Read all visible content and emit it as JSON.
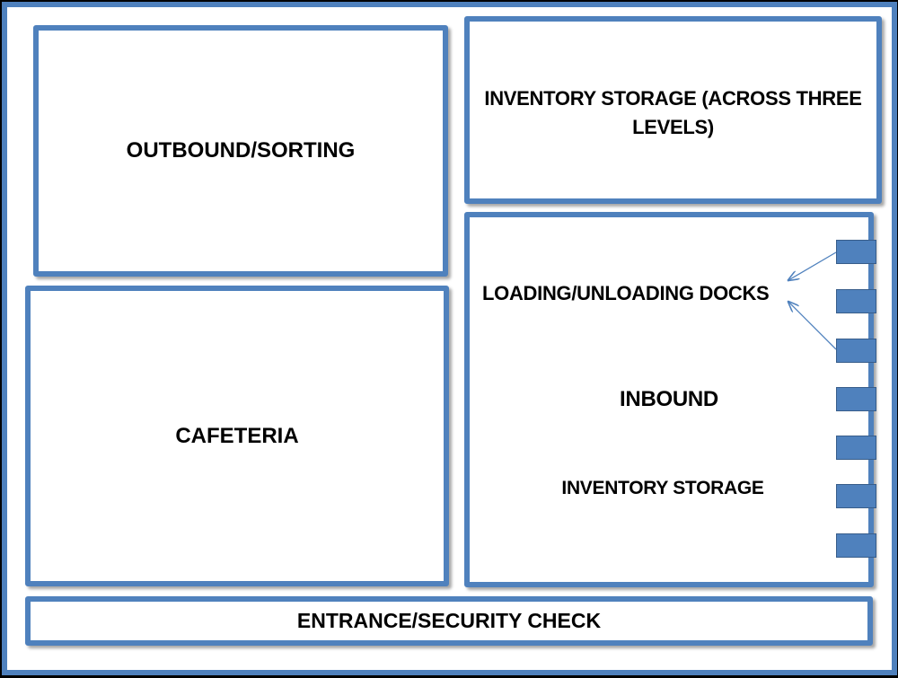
{
  "zones": {
    "outbound": "OUTBOUND/SORTING",
    "inventory_top_line1": "INVENTORY STORAGE (ACROSS THREE",
    "inventory_top_line2": "LEVELS)",
    "cafeteria": "CAFETERIA",
    "docks_label": "LOADING/UNLOADING DOCKS",
    "inbound": "INBOUND",
    "inventory_bottom": "INVENTORY STORAGE",
    "entrance": "ENTRANCE/SECURITY CHECK"
  },
  "dock_count": 7,
  "colors": {
    "accent": "#4f81bd",
    "background": "#000000",
    "fill": "#ffffff"
  }
}
